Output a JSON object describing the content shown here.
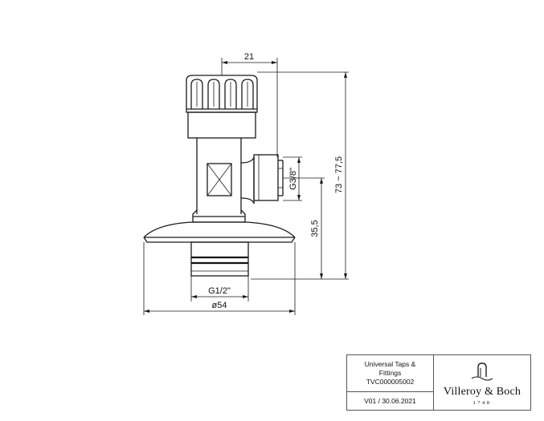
{
  "dimensions": {
    "handle_offset": "21",
    "outlet_thread": "G3/8\"",
    "overall_height": "73 ~ 77,5",
    "outlet_height": "35,5",
    "inlet_thread": "G1/2\"",
    "rosette_diameter": "ø54"
  },
  "title_block": {
    "product_line1": "Universal Taps &",
    "product_line2": "Fittings",
    "article_number": "TVC000005002",
    "version": "V01 / 30.06.2021",
    "brand_name": "Villeroy & Boch",
    "brand_year": "1748"
  },
  "icons": {
    "brand_logo": "tap-icon"
  }
}
